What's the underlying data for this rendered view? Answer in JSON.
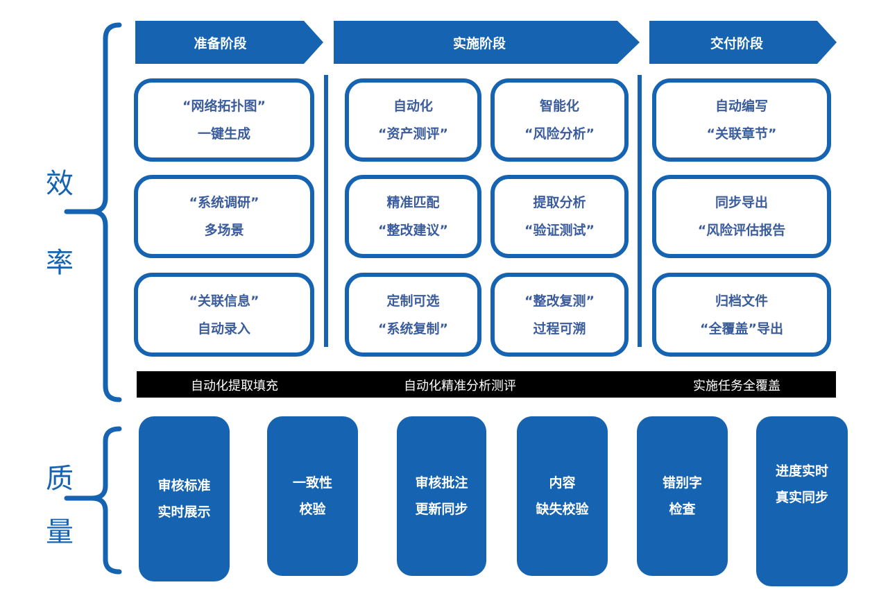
{
  "colors": {
    "primary": "#1664b1",
    "box_text": "#3b5c9c",
    "bar": "#000000"
  },
  "efficiency": {
    "label_chars": [
      "效",
      "率"
    ]
  },
  "quality": {
    "label_chars": [
      "质",
      "量"
    ]
  },
  "phases": [
    "准备阶段",
    "实施阶段",
    "交付阶段"
  ],
  "boxes": [
    {
      "lines": [
        "“网络拓扑图”",
        "一键生成"
      ]
    },
    {
      "lines": [
        "“系统调研”",
        "多场景"
      ]
    },
    {
      "lines": [
        "“关联信息”",
        "自动录入"
      ]
    },
    {
      "lines": [
        "自动化",
        "“资产测评”"
      ]
    },
    {
      "lines": [
        "精准匹配",
        "“整改建议”"
      ]
    },
    {
      "lines": [
        "定制可选",
        "“系统复制”"
      ]
    },
    {
      "lines": [
        "智能化",
        "“风险分析”"
      ]
    },
    {
      "lines": [
        "提取分析",
        "“验证测试”"
      ]
    },
    {
      "lines": [
        "“整改复测”",
        "过程可溯"
      ]
    },
    {
      "lines": [
        "自动编写",
        "“关联章节”"
      ]
    },
    {
      "lines": [
        "同步导出",
        "“风险评估报告"
      ]
    },
    {
      "lines": [
        "归档文件",
        "“全覆盖”导出"
      ]
    }
  ],
  "bar_labels": [
    "自动化提取填充",
    "自动化精准分析测评",
    "实施任务全覆盖"
  ],
  "quality_items": [
    {
      "lines": [
        "审核标准",
        "实时展示"
      ]
    },
    {
      "lines": [
        "一致性",
        "校验"
      ]
    },
    {
      "lines": [
        "审核批注",
        "更新同步"
      ]
    },
    {
      "lines": [
        "内容",
        "缺失校验"
      ]
    },
    {
      "lines": [
        "错别字",
        "检查"
      ]
    },
    {
      "lines": [
        "进度实时",
        "真实同步"
      ]
    }
  ]
}
